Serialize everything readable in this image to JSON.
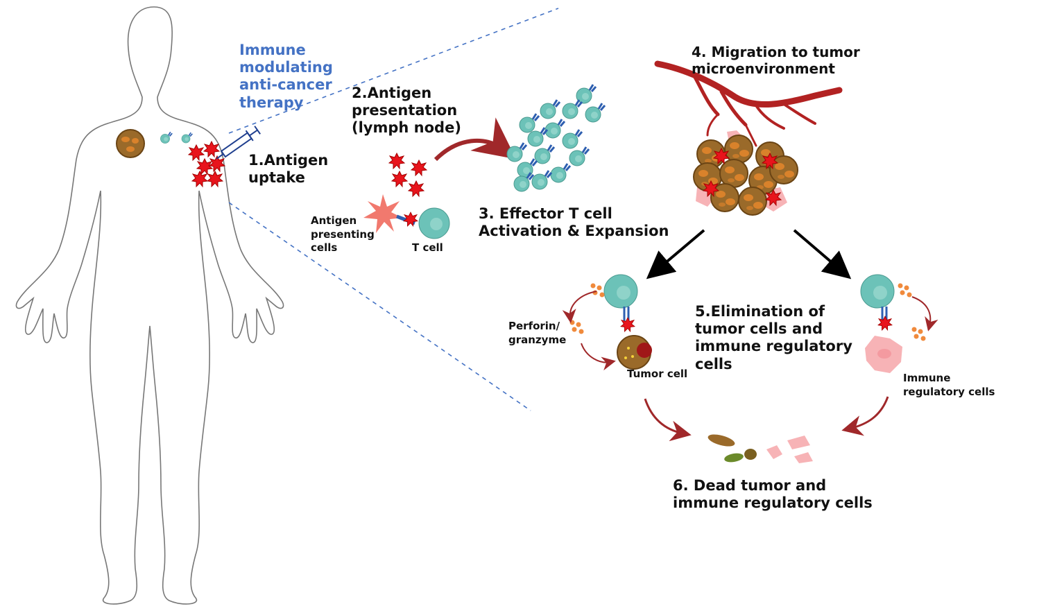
{
  "colors": {
    "therapy_text": "#4472c4",
    "dashed_line": "#4472c4",
    "t_cell": "#6cc2b8",
    "antigen": "#e8141c",
    "vessel": "#b22222",
    "tumor": "#9a6a2a",
    "regulatory_cell": "#f7b3b6",
    "granule": "#f08a3c",
    "curved_arrow": "#a0282a"
  },
  "labels": {
    "therapy": "Immune\nmodulating\nanti-cancer\ntherapy",
    "step1": "1.Antigen\nuptake",
    "step2": "2.Antigen\npresentation\n(lymph node)",
    "apc": "Antigen\npresenting\ncells",
    "tcell": "T cell",
    "step3": "3. Effector T cell\nActivation & Expansion",
    "step4": "4. Migration to tumor\nmicroenvironment",
    "perforin": "Perforin/\ngranzyme",
    "tumor_cell": "Tumor cell",
    "step5": "5.Elimination of\ntumor cells and\nimmune regulatory\ncells",
    "regulatory": "Immune\nregulatory cells",
    "step6": "6. Dead tumor and\nimmune regulatory cells"
  },
  "icons": [
    "human-body-outline-icon",
    "syringe-icon",
    "antigen-icon",
    "dendritic-cell-icon",
    "t-cell-icon",
    "blood-vessel-icon",
    "tumor-mass-icon",
    "regulatory-cell-icon",
    "dead-cell-icon"
  ]
}
